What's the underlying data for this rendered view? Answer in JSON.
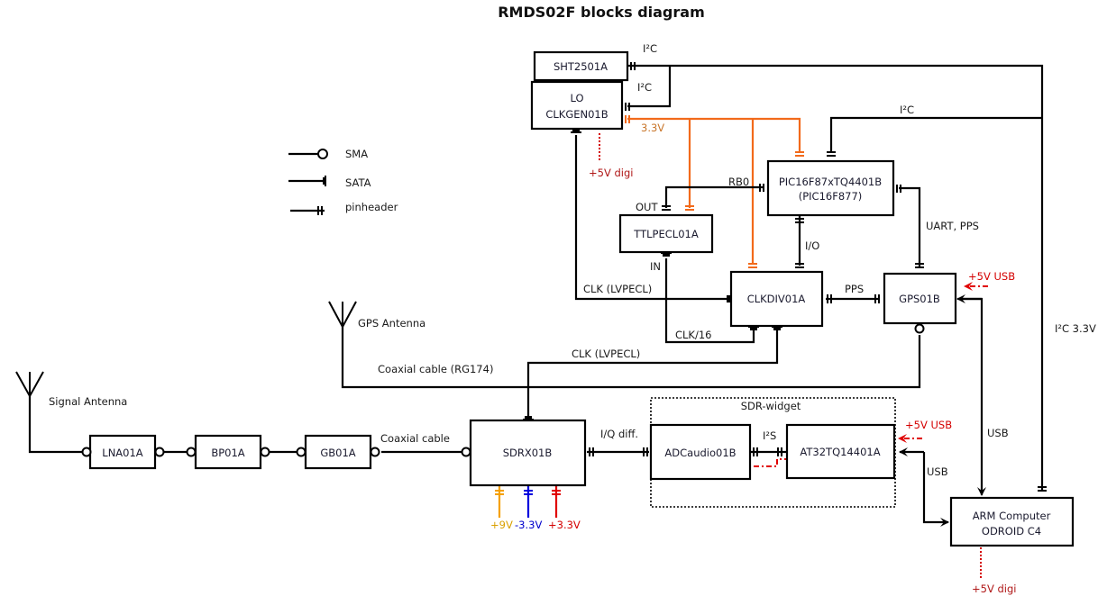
{
  "title": "RMDS02F blocks diagram",
  "legend": {
    "sma": "SMA",
    "sata": "SATA",
    "pinheader": "pinheader"
  },
  "blocks": {
    "sht": "SHT2501A",
    "lo_line1": "LO",
    "lo_line2": "CLKGEN01B",
    "pic_line1": "PIC16F87xTQ4401B",
    "pic_line2": "(PIC16F877)",
    "ttlpecl": "TTLPECL01A",
    "clkdiv": "CLKDIV01A",
    "gps": "GPS01B",
    "lna": "LNA01A",
    "bp": "BP01A",
    "gb": "GB01A",
    "sdrx": "SDRX01B",
    "adc": "ADCaudio01B",
    "at32": "AT32TQ14401A",
    "arm_line1": "ARM Computer",
    "arm_line2": "ODROID C4",
    "sdr_widget": "SDR-widget"
  },
  "labels": {
    "i2c_top": "I²C",
    "i2c_lo": "I²C",
    "i2c_pic": "I²C",
    "v33_lo": "3.3V",
    "v5_digi_lo": "+5V digi",
    "rb0": "RB0",
    "out": "OUT",
    "in": "IN",
    "io": "I/O",
    "uart_pps": "UART, PPS",
    "pps": "PPS",
    "v5_usb_gps": "+5V USB",
    "i2c_33v": "I²C 3.3V",
    "clk_lvpecl_1": "CLK (LVPECL)",
    "clk16": "CLK/16",
    "clk_lvpecl_2": "CLK  (LVPECL)",
    "gps_antenna": "GPS Antenna",
    "coax_rg174": "Coaxial cable (RG174)",
    "signal_antenna": "Signal Antenna",
    "coax": "Coaxial cable",
    "iq_diff": "I/Q diff.",
    "i2s": "I²S",
    "v5_usb_at32": "+5V USB",
    "usb_at32": "USB",
    "usb_gps": "USB",
    "v9": "+9V",
    "vneg33": "-3.3V",
    "vpos33": "+3.3V",
    "v5_digi_arm": "+5V digi"
  },
  "colors": {
    "power_33v": "#f26a1b",
    "power_9v": "#f5a000",
    "power_neg33v": "#0000dd",
    "power_pos33v": "#e00000",
    "power_5v": "#d40000",
    "label_33v": "#c8752a",
    "label_5v": "#b01818"
  }
}
